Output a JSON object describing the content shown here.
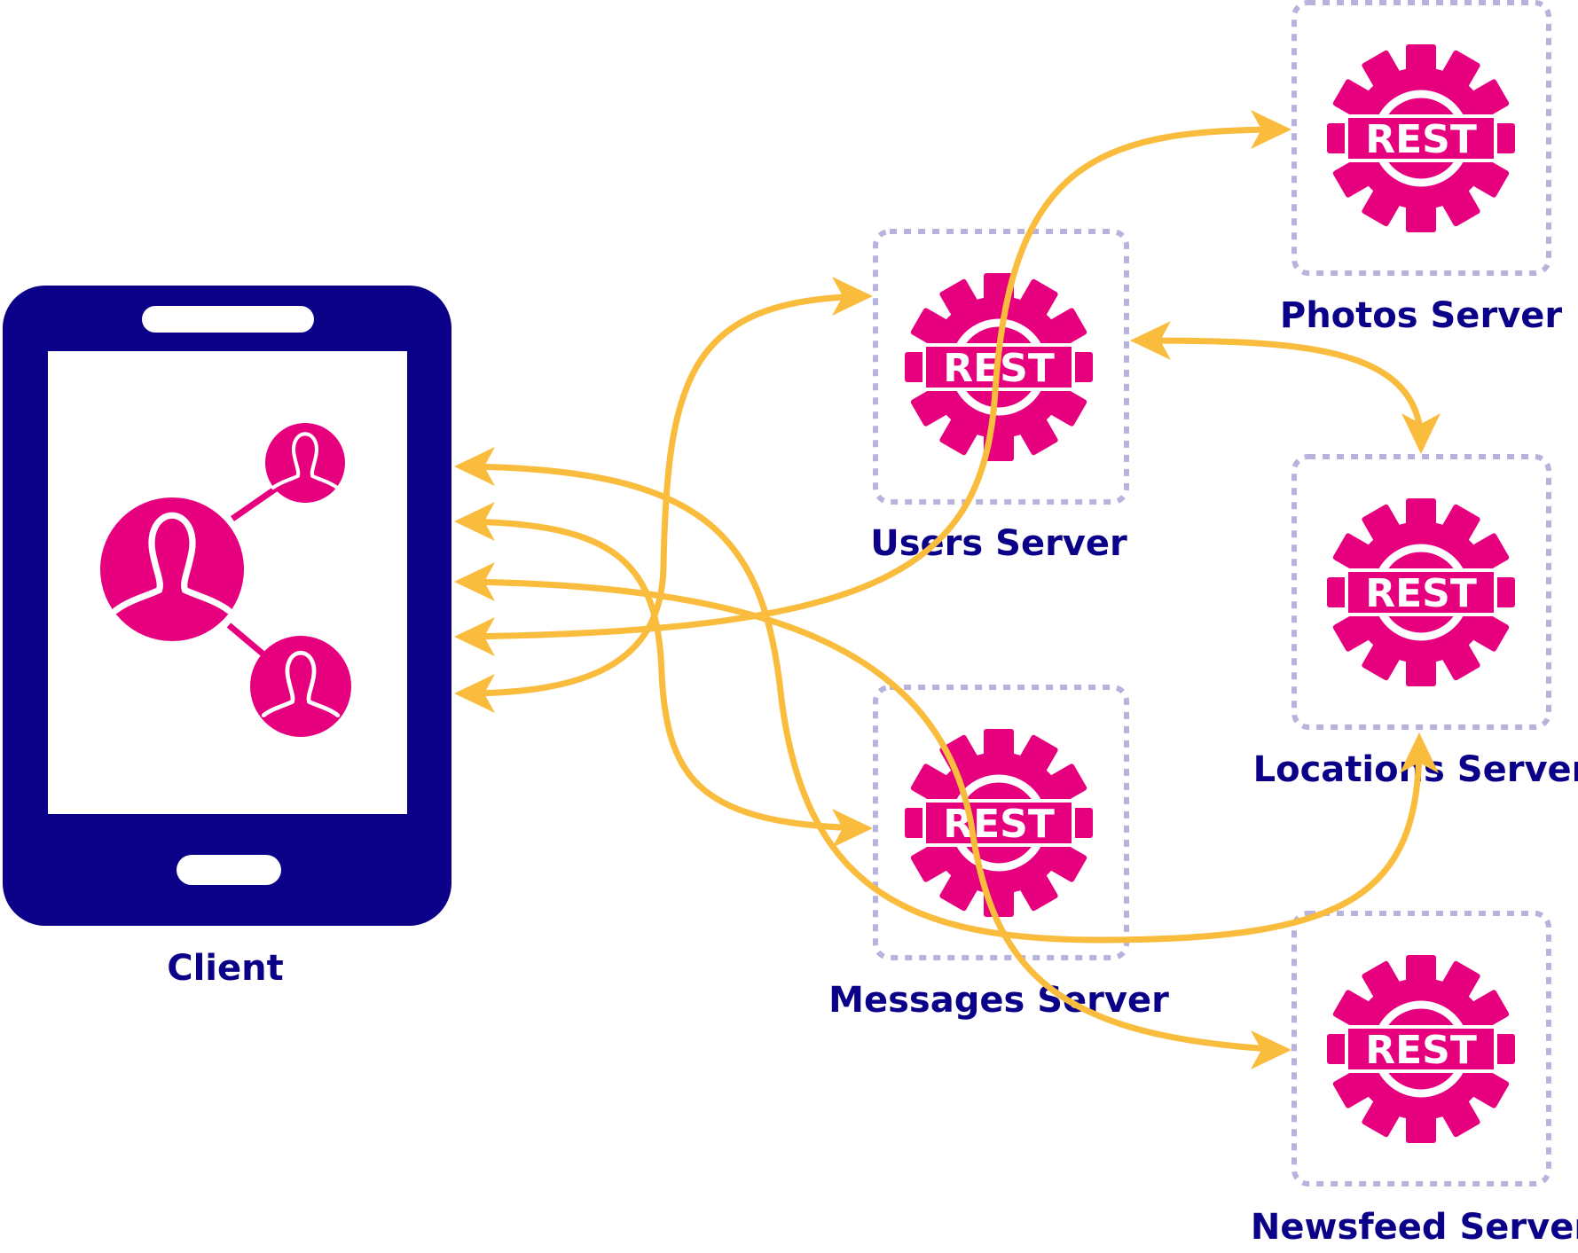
{
  "colors": {
    "navy": "#0b0088",
    "magenta": "#e6007e",
    "arrow": "#f9bc3c",
    "dash": "#b7b3dc",
    "white": "#ffffff"
  },
  "client": {
    "label": "Client"
  },
  "rest_label": "REST",
  "servers": {
    "users": {
      "label": "Users Server"
    },
    "messages": {
      "label": "Messages Server"
    },
    "photos": {
      "label": "Photos Server"
    },
    "locations": {
      "label": "Locations Server"
    },
    "newsfeed": {
      "label": "Newsfeed Server"
    }
  },
  "icons": {
    "client": "smartphone-icon",
    "network": "user-network-icon",
    "server": "rest-gear-icon"
  }
}
